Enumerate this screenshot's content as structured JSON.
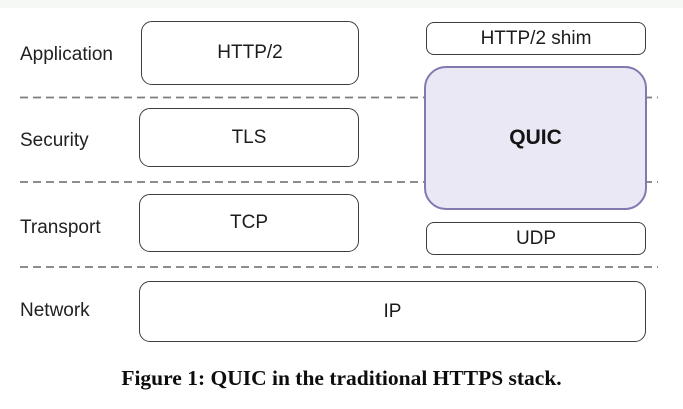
{
  "colors": {
    "box-border": "#3d3d3d",
    "quic-fill": "#eae8f4",
    "quic-border": "#8279b1",
    "dash": "#7d7d7d",
    "text": "#1f1f1f",
    "top-strip": "#f5f8f5"
  },
  "diagram": {
    "layers": [
      {
        "label": "Application",
        "box": "HTTP/2"
      },
      {
        "label": "Security",
        "box": "TLS"
      },
      {
        "label": "Transport",
        "box": "TCP"
      },
      {
        "label": "Network",
        "box": "IP"
      }
    ],
    "right_stack": {
      "shim": "HTTP/2 shim",
      "quic": "QUIC",
      "udp": "UDP"
    }
  },
  "caption": "Figure 1: QUIC in the traditional HTTPS stack."
}
